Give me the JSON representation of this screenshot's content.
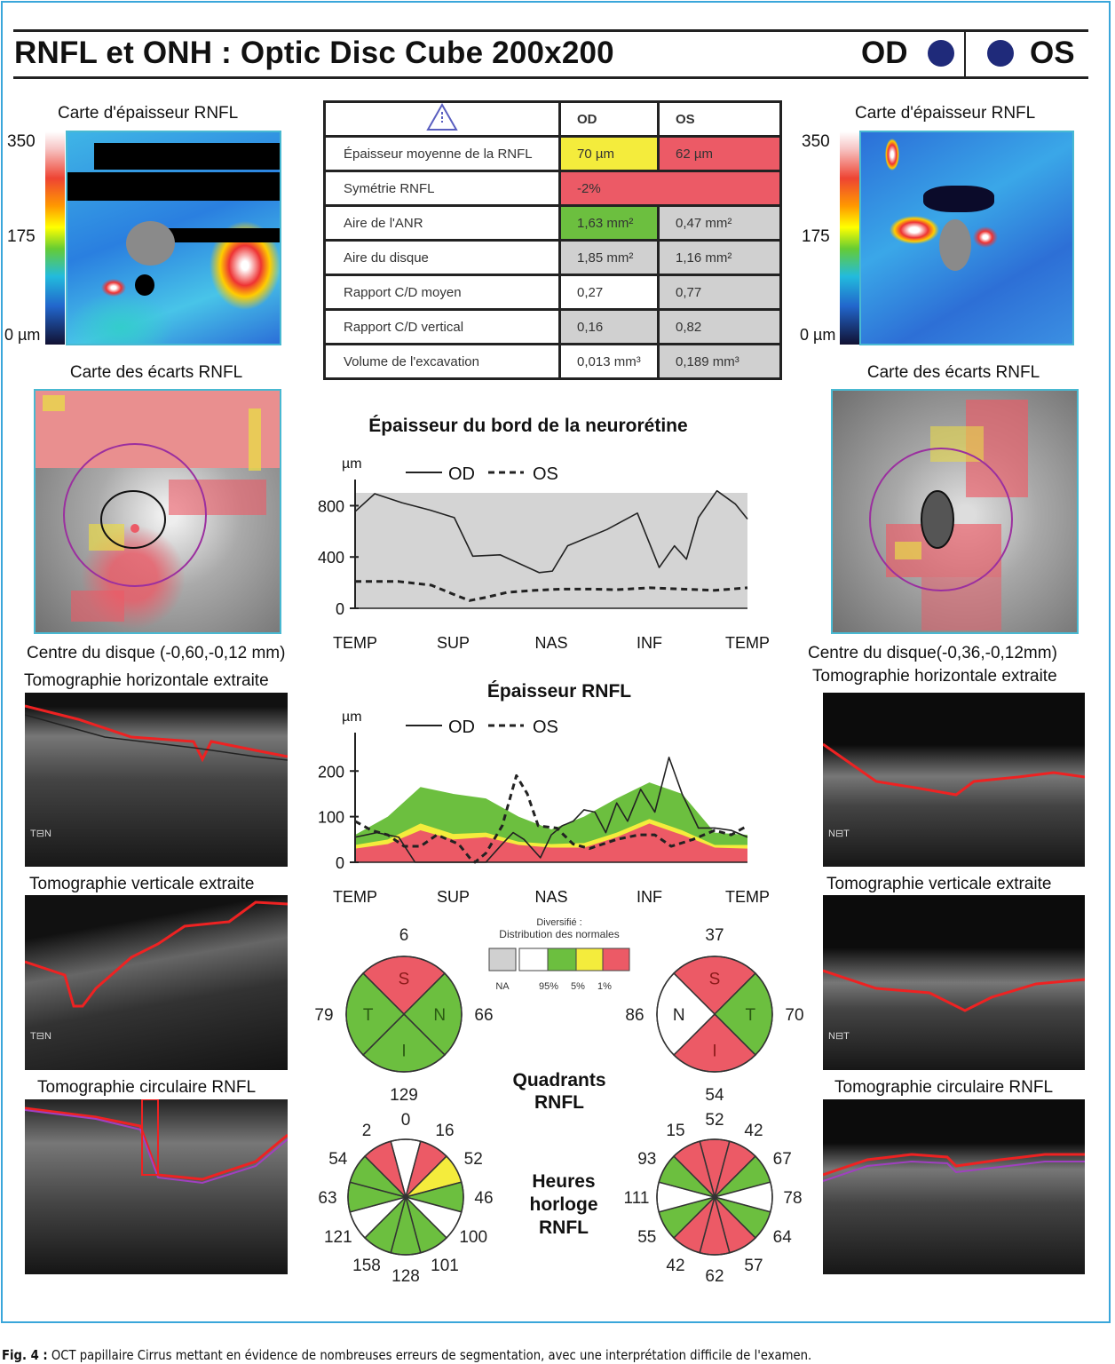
{
  "header": {
    "title": "RNFL et ONH : Optic Disc Cube 200x200",
    "od_label": "OD",
    "os_label": "OS",
    "eye_dot_color": "#1f2a7a"
  },
  "left": {
    "thickness_title": "Carte d'épaisseur RNFL",
    "scale": [
      "350",
      "175",
      "0 µm"
    ],
    "deviation_title": "Carte des écarts RNFL",
    "disc_center": "Centre du disque (-0,60,-0,12 mm)",
    "horizontal_title": "Tomographie horizontale extraite",
    "vertical_title": "Tomographie verticale extraite",
    "circular_title": "Tomographie circulaire RNFL",
    "horizontal_marks": [
      "T",
      "N"
    ],
    "vertical_marks": [
      "T",
      "N"
    ]
  },
  "right": {
    "thickness_title": "Carte d'épaisseur RNFL",
    "scale": [
      "350",
      "175",
      "0 µm"
    ],
    "deviation_title": "Carte des écarts RNFL",
    "disc_center": "Centre du disque(-0,36,-0,12mm)",
    "horizontal_title": "Tomographie horizontale extraite",
    "vertical_title": "Tomographie verticale extraite",
    "circular_title": "Tomographie circulaire RNFL",
    "horizontal_marks": [
      "N",
      "T"
    ],
    "vertical_marks": [
      "N",
      "T"
    ]
  },
  "colors": {
    "red": "#ec5a66",
    "green": "#6cbf3f",
    "yellow": "#f4ec3c",
    "white": "#ffffff",
    "gray": "#d0d0d0"
  },
  "table": {
    "warning_icon": "warning-triangle-icon",
    "col_od": "OD",
    "col_os": "OS",
    "rows": [
      {
        "label": "Épaisseur moyenne de la RNFL",
        "od": "70 µm",
        "os": "62 µm",
        "od_color": "yellow",
        "os_color": "red"
      },
      {
        "label": "Aire de l'ANR",
        "od": "1,63 mm²",
        "os": "0,47 mm²",
        "od_color": "green",
        "os_color": "gray"
      },
      {
        "label": "Aire du disque",
        "od": "1,85 mm²",
        "os": "1,16 mm²",
        "od_color": "gray",
        "os_color": "gray"
      },
      {
        "label": "Rapport C/D moyen",
        "od": "0,27",
        "os": "0,77",
        "od_color": "white",
        "os_color": "gray"
      },
      {
        "label": "Rapport C/D vertical",
        "od": "0,16",
        "os": "0,82",
        "od_color": "gray",
        "os_color": "gray"
      },
      {
        "label": "Volume de l'excavation",
        "od": "0,013 mm³",
        "os": "0,189 mm³",
        "od_color": "white",
        "os_color": "gray"
      }
    ],
    "symmetry": {
      "label": "Symétrie RNFL",
      "value": "-2%",
      "color": "red"
    }
  },
  "legend": {
    "title1": "Diversifié :",
    "title2": "Distribution des normales",
    "labels": [
      "NA",
      "95%",
      "5%",
      "1%"
    ]
  },
  "quadrants_title": [
    "Quadrants",
    "RNFL"
  ],
  "clock_title": [
    "Heures",
    "horloge",
    "RNFL"
  ],
  "chart_data": [
    {
      "type": "line",
      "title": "Épaisseur du bord de la neurorétine",
      "ylabel": "µm",
      "legend": [
        "OD",
        "OS"
      ],
      "x_labels": [
        "TEMP",
        "SUP",
        "NAS",
        "INF",
        "TEMP"
      ],
      "xlim": [
        0,
        360
      ],
      "ylim": [
        0,
        900
      ],
      "y_ticks": [
        "0",
        "400",
        "800"
      ],
      "series": [
        {
          "name": "OD",
          "style": "solid",
          "points": [
            [
              0,
              754
            ],
            [
              18,
              893
            ],
            [
              43,
              823
            ],
            [
              69,
              765
            ],
            [
              91,
              707
            ],
            [
              108,
              406
            ],
            [
              133,
              417
            ],
            [
              169,
              278
            ],
            [
              181,
              290
            ],
            [
              195,
              487
            ],
            [
              231,
              614
            ],
            [
              259,
              742
            ],
            [
              279,
              318
            ],
            [
              293,
              487
            ],
            [
              304,
              383
            ],
            [
              315,
              707
            ],
            [
              332,
              916
            ],
            [
              349,
              812
            ],
            [
              360,
              696
            ]
          ]
        },
        {
          "name": "OS",
          "style": "dashed",
          "points": [
            [
              0,
              209
            ],
            [
              40,
              209
            ],
            [
              70,
              180
            ],
            [
              90,
              110
            ],
            [
              105,
              60
            ],
            [
              120,
              85
            ],
            [
              140,
              125
            ],
            [
              165,
              140
            ],
            [
              190,
              150
            ],
            [
              215,
              150
            ],
            [
              240,
              145
            ],
            [
              270,
              160
            ],
            [
              300,
              150
            ],
            [
              330,
              140
            ],
            [
              360,
              160
            ]
          ]
        }
      ]
    },
    {
      "type": "area",
      "title": "Épaisseur RNFL",
      "ylabel": "µm",
      "legend": [
        "OD",
        "OS"
      ],
      "x_labels": [
        "TEMP",
        "SUP",
        "NAS",
        "INF",
        "TEMP"
      ],
      "xlim": [
        0,
        360
      ],
      "ylim": [
        0,
        255
      ],
      "y_ticks": [
        "0",
        "100",
        "200"
      ],
      "bands_x": [
        0,
        30,
        60,
        90,
        120,
        150,
        180,
        210,
        240,
        270,
        300,
        330,
        360
      ],
      "bands": [
        {
          "name": "95%",
          "color": "green",
          "values": [
            60,
            100,
            165,
            150,
            140,
            100,
            72,
            100,
            140,
            175,
            150,
            65,
            60
          ]
        },
        {
          "name": "5%",
          "color": "yellow",
          "values": [
            38,
            50,
            85,
            62,
            65,
            45,
            40,
            42,
            65,
            95,
            70,
            38,
            38
          ]
        },
        {
          "name": "1%",
          "color": "red",
          "values": [
            30,
            40,
            70,
            50,
            55,
            38,
            32,
            32,
            55,
            85,
            60,
            32,
            30
          ]
        }
      ],
      "series": [
        {
          "name": "OD",
          "style": "solid",
          "points": [
            [
              0,
              55
            ],
            [
              20,
              65
            ],
            [
              40,
              55
            ],
            [
              55,
              0
            ],
            [
              90,
              0
            ],
            [
              120,
              0
            ],
            [
              135,
              40
            ],
            [
              145,
              65
            ],
            [
              155,
              50
            ],
            [
              170,
              10
            ],
            [
              180,
              60
            ],
            [
              190,
              80
            ],
            [
              200,
              90
            ],
            [
              210,
              115
            ],
            [
              220,
              110
            ],
            [
              230,
              65
            ],
            [
              240,
              130
            ],
            [
              250,
              90
            ],
            [
              262,
              160
            ],
            [
              275,
              110
            ],
            [
              288,
              230
            ],
            [
              300,
              150
            ],
            [
              315,
              75
            ],
            [
              330,
              75
            ],
            [
              345,
              70
            ],
            [
              360,
              55
            ]
          ]
        },
        {
          "name": "OS",
          "style": "dashed",
          "points": [
            [
              0,
              90
            ],
            [
              15,
              70
            ],
            [
              30,
              60
            ],
            [
              45,
              35
            ],
            [
              60,
              35
            ],
            [
              75,
              60
            ],
            [
              95,
              40
            ],
            [
              105,
              10
            ],
            [
              110,
              0
            ],
            [
              120,
              20
            ],
            [
              135,
              80
            ],
            [
              148,
              190
            ],
            [
              158,
              150
            ],
            [
              168,
              80
            ],
            [
              185,
              75
            ],
            [
              200,
              40
            ],
            [
              215,
              30
            ],
            [
              240,
              50
            ],
            [
              260,
              60
            ],
            [
              275,
              60
            ],
            [
              290,
              35
            ],
            [
              310,
              50
            ],
            [
              330,
              70
            ],
            [
              345,
              60
            ],
            [
              360,
              80
            ]
          ]
        }
      ]
    },
    {
      "type": "pie",
      "name": "quadrants-od",
      "sectors": [
        {
          "letter": "S",
          "value": "6",
          "color": "red"
        },
        {
          "letter": "N",
          "value": "66",
          "color": "green"
        },
        {
          "letter": "I",
          "value": "129",
          "color": "green"
        },
        {
          "letter": "T",
          "value": "79",
          "color": "green"
        }
      ]
    },
    {
      "type": "pie",
      "name": "quadrants-os",
      "sectors": [
        {
          "letter": "S",
          "value": "37",
          "color": "red"
        },
        {
          "letter": "T",
          "value": "70",
          "color": "green"
        },
        {
          "letter": "I",
          "value": "54",
          "color": "red"
        },
        {
          "letter": "N",
          "value": "86",
          "color": "white"
        }
      ]
    },
    {
      "type": "pie",
      "name": "clock-od",
      "sectors": [
        {
          "value": "0",
          "color": "white"
        },
        {
          "value": "16",
          "color": "red"
        },
        {
          "value": "52",
          "color": "yellow"
        },
        {
          "value": "46",
          "color": "green"
        },
        {
          "value": "100",
          "color": "white"
        },
        {
          "value": "101",
          "color": "green"
        },
        {
          "value": "128",
          "color": "green"
        },
        {
          "value": "158",
          "color": "green"
        },
        {
          "value": "121",
          "color": "white"
        },
        {
          "value": "63",
          "color": "green"
        },
        {
          "value": "54",
          "color": "green"
        },
        {
          "value": "2",
          "color": "red"
        }
      ]
    },
    {
      "type": "pie",
      "name": "clock-os",
      "sectors": [
        {
          "value": "52",
          "color": "red"
        },
        {
          "value": "42",
          "color": "red"
        },
        {
          "value": "67",
          "color": "green"
        },
        {
          "value": "78",
          "color": "white"
        },
        {
          "value": "64",
          "color": "green"
        },
        {
          "value": "57",
          "color": "red"
        },
        {
          "value": "62",
          "color": "red"
        },
        {
          "value": "42",
          "color": "red"
        },
        {
          "value": "55",
          "color": "green"
        },
        {
          "value": "111",
          "color": "white"
        },
        {
          "value": "93",
          "color": "green"
        },
        {
          "value": "15",
          "color": "red"
        }
      ]
    }
  ],
  "caption": {
    "label": "Fig. 4 :",
    "text": " OCT papillaire Cirrus mettant en évidence de nombreuses erreurs de segmentation, avec une interprétation difficile de l'examen."
  }
}
